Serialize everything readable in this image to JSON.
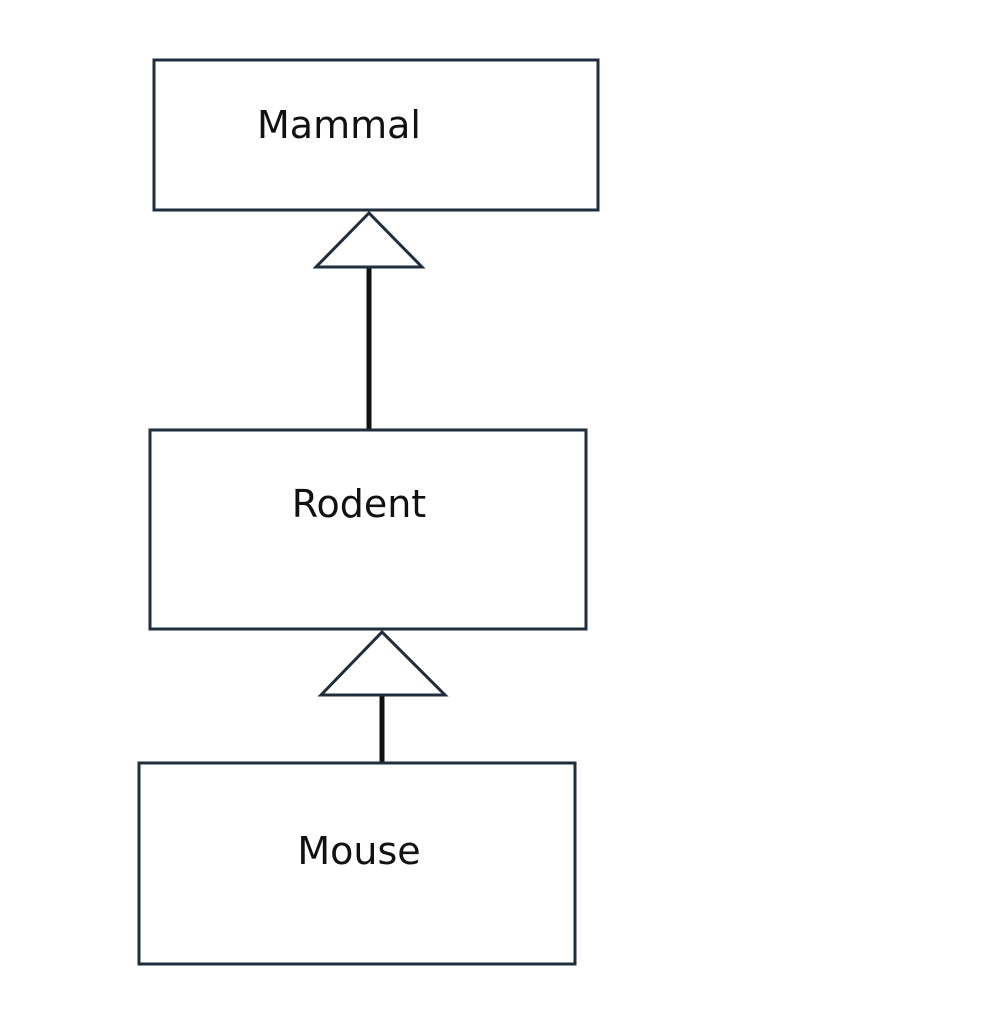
{
  "diagram": {
    "classes": [
      {
        "id": "mammal",
        "label": "Mammal"
      },
      {
        "id": "rodent",
        "label": "Rodent"
      },
      {
        "id": "mouse",
        "label": "Mouse"
      }
    ],
    "relationships": [
      {
        "type": "inheritance",
        "from": "rodent",
        "to": "mammal"
      },
      {
        "type": "inheritance",
        "from": "mouse",
        "to": "rodent"
      }
    ],
    "colors": {
      "box_border": "#1f2d3d",
      "line": "#111111",
      "text": "#111111",
      "background": "#ffffff"
    }
  }
}
